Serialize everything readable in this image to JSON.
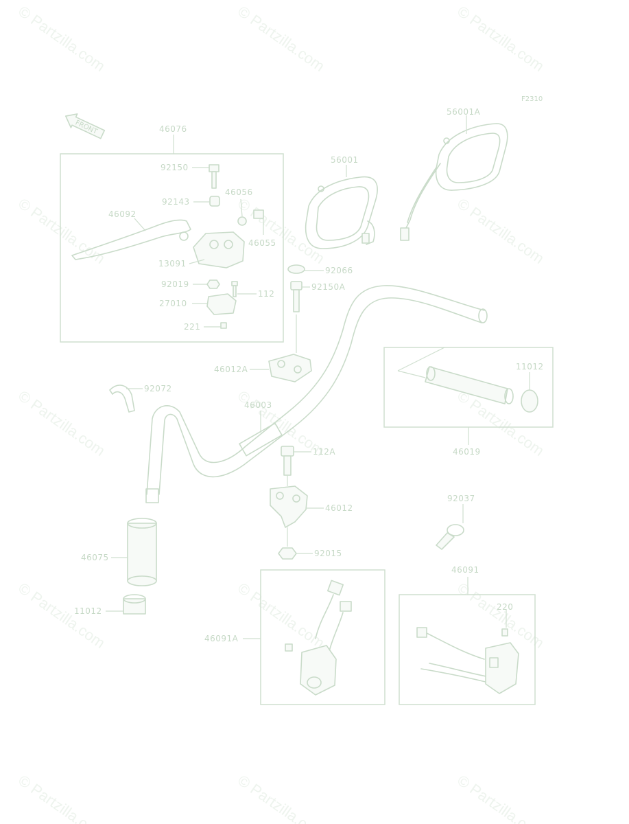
{
  "watermark_text": "© Partzilla.com",
  "figure_code": "F2310",
  "front_arrow_label": "FRONT",
  "callouts": {
    "c46076": "46076",
    "c92150": "92150",
    "c92143": "92143",
    "c46056": "46056",
    "c46092": "46092",
    "c46055": "46055",
    "c13091": "13091",
    "c92019": "92019",
    "c112": "112",
    "c27010": "27010",
    "c221": "221",
    "c56001": "56001",
    "c56001A": "56001A",
    "c92066": "92066",
    "c92150A": "92150A",
    "c46012A": "46012A",
    "c92072": "92072",
    "c46003": "46003",
    "c11012a": "11012",
    "c46019": "46019",
    "c112A": "112A",
    "c46012": "46012",
    "c92037": "92037",
    "c46075": "46075",
    "c92015": "92015",
    "c11012b": "11012",
    "c46091": "46091",
    "c46091A": "46091A",
    "c220": "220"
  }
}
